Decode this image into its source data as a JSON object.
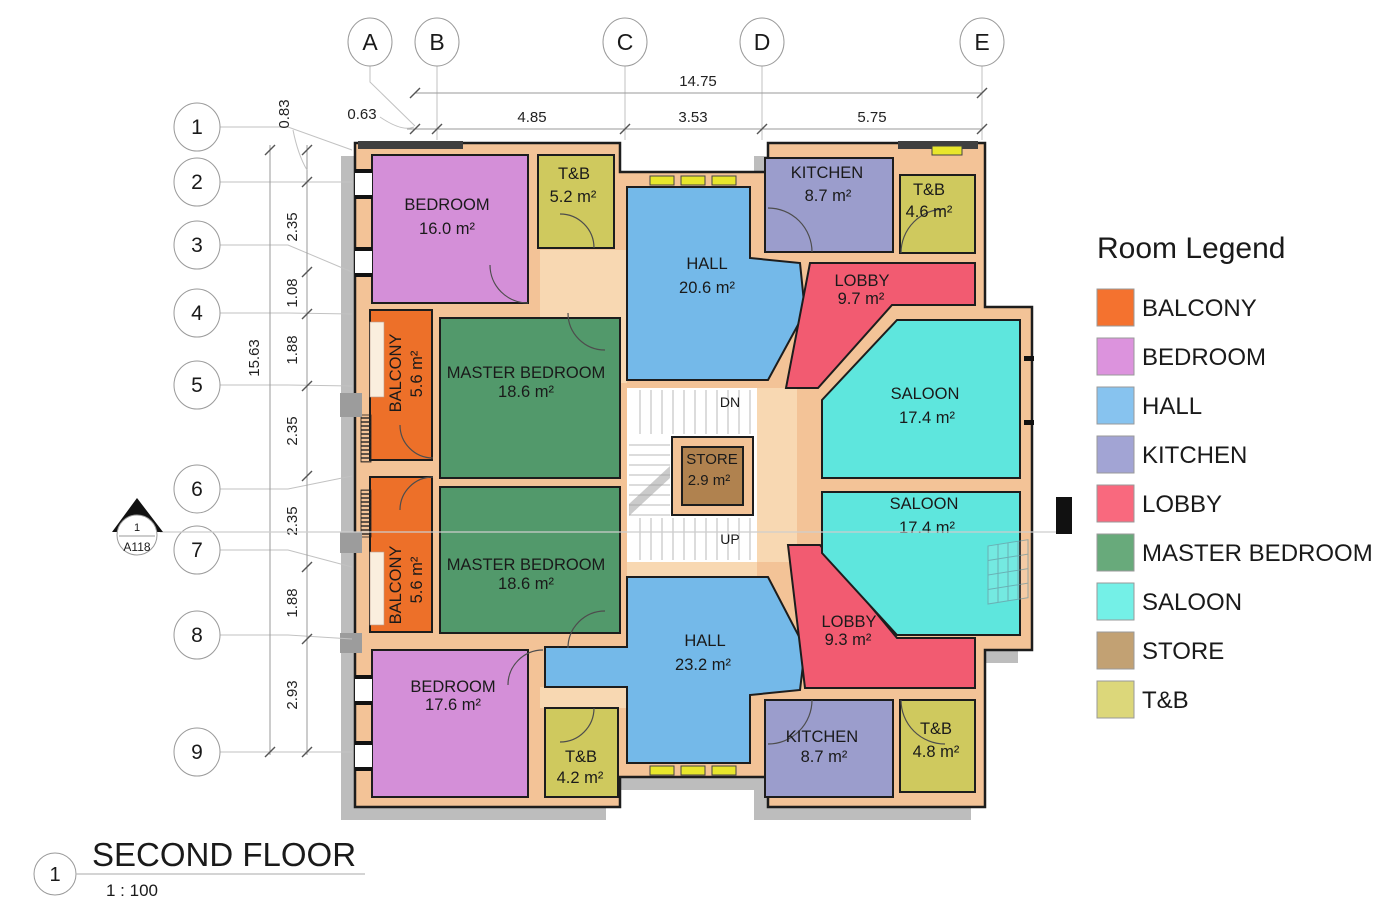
{
  "floor_plan": {
    "title": "SECOND FLOOR",
    "scale": "1 : 100",
    "sheet_number": "1"
  },
  "section_marker": {
    "number": "1",
    "sheet": "A118"
  },
  "stairs": {
    "down_label": "DN",
    "up_label": "UP"
  },
  "grid": {
    "columns": [
      "A",
      "B",
      "C",
      "D",
      "E"
    ],
    "rows": [
      "1",
      "2",
      "3",
      "4",
      "5",
      "6",
      "7",
      "8",
      "9"
    ]
  },
  "dimensions": {
    "top_total": "14.75",
    "top_segments": [
      "0.63",
      "4.85",
      "3.53",
      "5.75"
    ],
    "left_total": "15.63",
    "left_segments": [
      "0.83",
      "2.35",
      "1.08",
      "1.88",
      "2.35",
      "2.35",
      "1.88",
      "2.93"
    ]
  },
  "palette": {
    "wall": "#f3c397",
    "wall_outline": "#1d1d1d",
    "floor": "#f8d8b2",
    "shadow": "#bdbdbd",
    "window": "#e8e62c",
    "stair": "#ffffff"
  },
  "rooms": [
    {
      "id": "bedroom-1",
      "name": "BEDROOM",
      "area": "16.0 m²",
      "fill": "#d48fd8"
    },
    {
      "id": "tb-1",
      "name": "T&B",
      "area": "5.2 m²",
      "fill": "#cfc95e"
    },
    {
      "id": "hall-1",
      "name": "HALL",
      "area": "20.6 m²",
      "fill": "#74b9e9"
    },
    {
      "id": "kitchen-1",
      "name": "KITCHEN",
      "area": "8.7 m²",
      "fill": "#9b9dcc"
    },
    {
      "id": "tb-2",
      "name": "T&B",
      "area": "4.6 m²",
      "fill": "#cfc95e"
    },
    {
      "id": "lobby-1",
      "name": "LOBBY",
      "area": "9.7 m²",
      "fill": "#f25b71"
    },
    {
      "id": "saloon-1",
      "name": "SALOON",
      "area": "17.4 m²",
      "fill": "#5ee6dd"
    },
    {
      "id": "balcony-1",
      "name": "BALCONY",
      "area": "5.6 m²",
      "fill": "#ed7029"
    },
    {
      "id": "master-bedroom-1",
      "name": "MASTER BEDROOM",
      "area": "18.6 m²",
      "fill": "#52996b"
    },
    {
      "id": "store",
      "name": "STORE",
      "area": "2.9 m²",
      "fill": "#b0824f"
    },
    {
      "id": "saloon-2",
      "name": "SALOON",
      "area": "17.4 m²",
      "fill": "#5ee6dd"
    },
    {
      "id": "balcony-2",
      "name": "BALCONY",
      "area": "5.6 m²",
      "fill": "#ed7029"
    },
    {
      "id": "master-bedroom-2",
      "name": "MASTER BEDROOM",
      "area": "18.6 m²",
      "fill": "#52996b"
    },
    {
      "id": "bedroom-2",
      "name": "BEDROOM",
      "area": "17.6 m²",
      "fill": "#d48fd8"
    },
    {
      "id": "tb-3",
      "name": "T&B",
      "area": "4.2 m²",
      "fill": "#cfc95e"
    },
    {
      "id": "hall-2",
      "name": "HALL",
      "area": "23.2 m²",
      "fill": "#74b9e9"
    },
    {
      "id": "lobby-2",
      "name": "LOBBY",
      "area": "9.3 m²",
      "fill": "#f25b71"
    },
    {
      "id": "kitchen-2",
      "name": "KITCHEN",
      "area": "8.7 m²",
      "fill": "#9b9dcc"
    },
    {
      "id": "tb-4",
      "name": "T&B",
      "area": "4.8 m²",
      "fill": "#cfc95e"
    }
  ],
  "legend": {
    "title": "Room Legend",
    "items": [
      {
        "label": "BALCONY",
        "color": "#f4722f"
      },
      {
        "label": "BEDROOM",
        "color": "#dc93dd"
      },
      {
        "label": "HALL",
        "color": "#87c3ef"
      },
      {
        "label": "KITCHEN",
        "color": "#a2a4d4"
      },
      {
        "label": "LOBBY",
        "color": "#f9697e"
      },
      {
        "label": "MASTER BEDROOM",
        "color": "#68aa7b"
      },
      {
        "label": "SALOON",
        "color": "#74f0e7"
      },
      {
        "label": "STORE",
        "color": "#c2a173"
      },
      {
        "label": "T&B",
        "color": "#dcd77a"
      }
    ]
  }
}
